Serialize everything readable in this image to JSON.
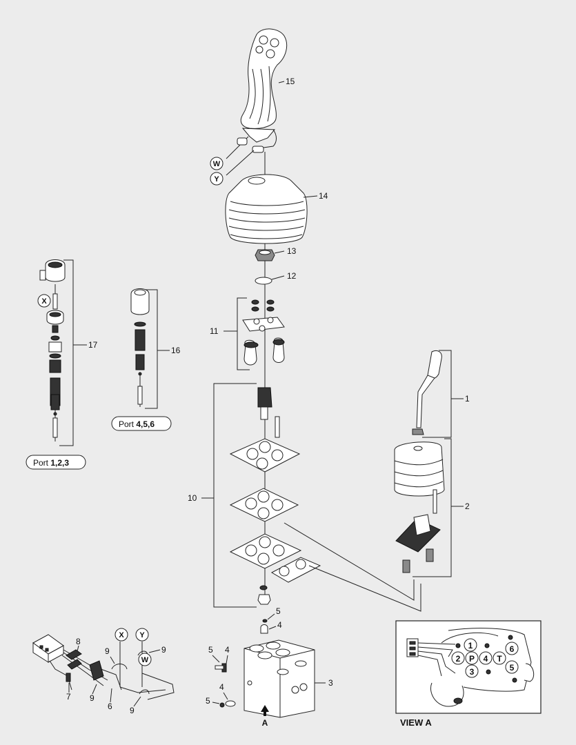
{
  "callouts": {
    "c1": "1",
    "c2": "2",
    "c3": "3",
    "c4a": "4",
    "c4b": "4",
    "c4c": "4",
    "c5a": "5",
    "c5b": "5",
    "c5c": "5",
    "c6": "6",
    "c7": "7",
    "c8": "8",
    "c9a": "9",
    "c9b": "9",
    "c9c": "9",
    "c9d": "9",
    "c10": "10",
    "c11": "11",
    "c12": "12",
    "c13": "13",
    "c14": "14",
    "c15": "15",
    "c16": "16",
    "c17": "17"
  },
  "connectors": {
    "w_top": "W",
    "y_top": "Y",
    "x_left": "X",
    "x_harness": "X",
    "y_harness": "Y",
    "w_harness": "W"
  },
  "ports": {
    "prefix_a": "Port ",
    "nums_a": "1,2,3",
    "prefix_b": "Port ",
    "nums_b": "4,5,6"
  },
  "view_a": {
    "title": "VIEW A",
    "pins": {
      "p1": "1",
      "p2": "2",
      "p3": "3",
      "p4": "4",
      "p5": "5",
      "p6": "6",
      "pP": "P",
      "pT": "T"
    }
  },
  "arrow_label": "A"
}
